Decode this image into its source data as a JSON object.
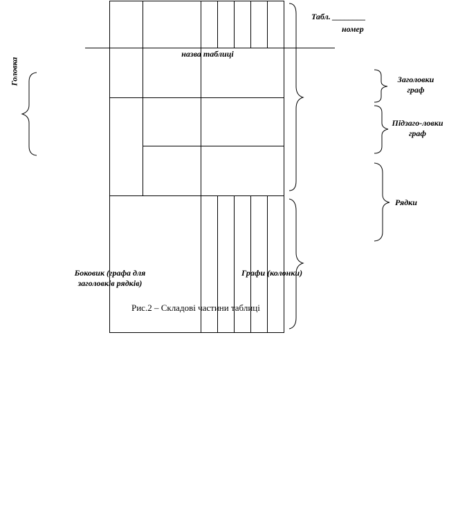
{
  "labels": {
    "table_prefix": "Табл. ________",
    "number": "номер",
    "table_title": "назва таблиці",
    "head": "Головка",
    "column_headers": "Заголовки граф",
    "column_subheaders": "Підзаго-ловки граф",
    "rows": "Рядки",
    "stub": "Боковик (графа для заголовків рядків)",
    "columns": "Графи (колонки)"
  },
  "caption": "Рис.2 – Складові частини таблиці"
}
